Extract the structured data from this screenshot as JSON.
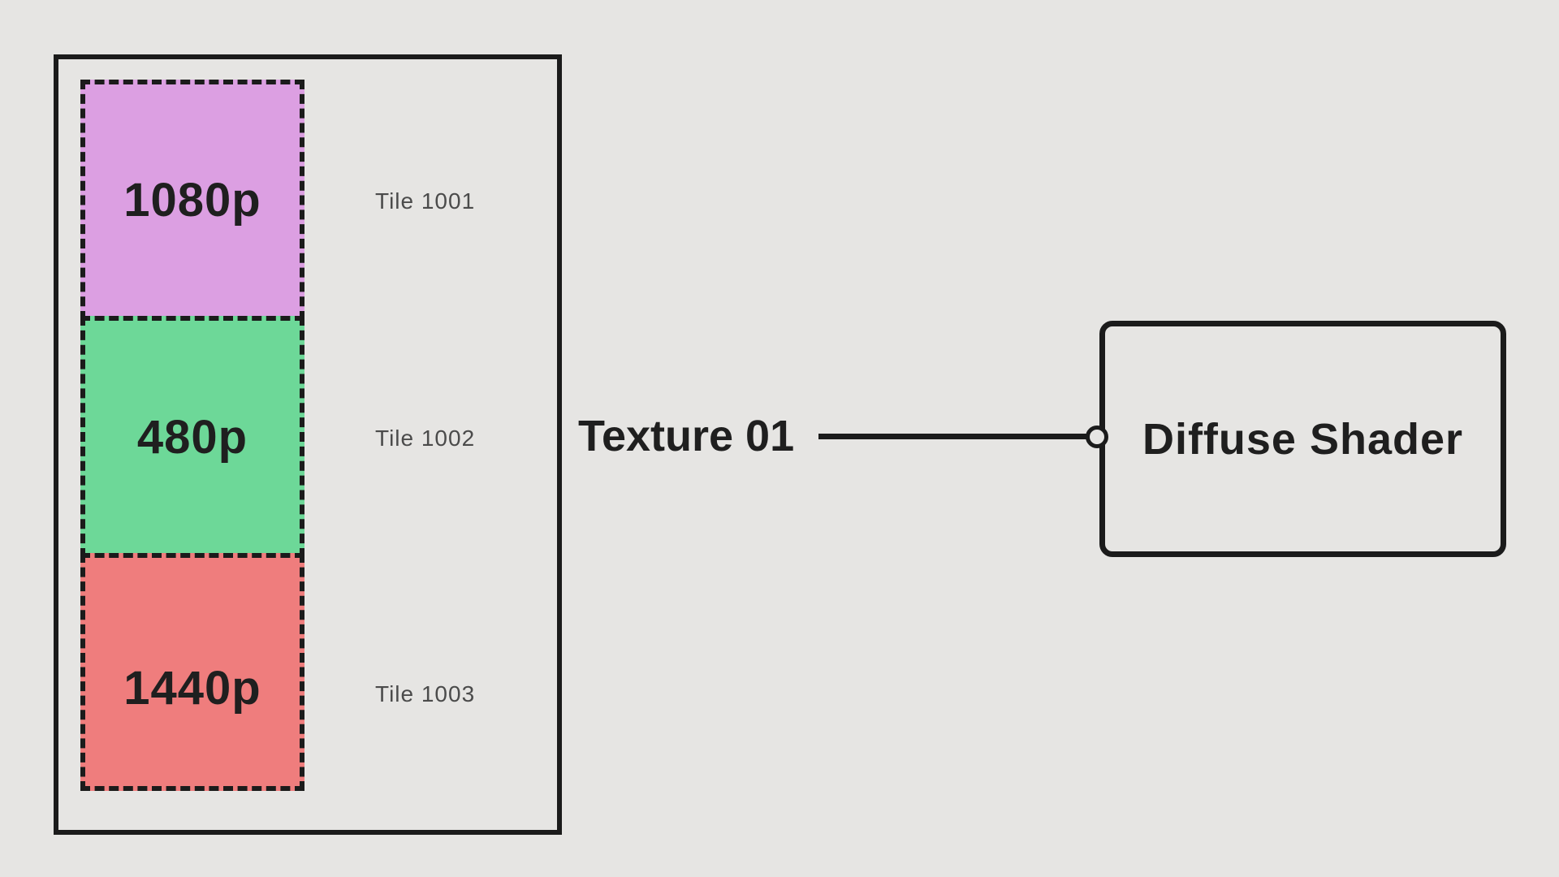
{
  "palette": {
    "background": "#e6e5e3",
    "stroke": "#1b1b1b",
    "heading_text": "#1f1f1f",
    "muted_text": "#4b4b4b"
  },
  "texture": {
    "label": "Texture 01",
    "tiles": [
      {
        "resolution": "1080p",
        "tile": "Tile 1001",
        "color": "#dc9fe2"
      },
      {
        "resolution": "480p",
        "tile": "Tile 1002",
        "color": "#6dd898"
      },
      {
        "resolution": "1440p",
        "tile": "Tile 1003",
        "color": "#ef7d7d"
      }
    ]
  },
  "connection": {
    "from": "Texture 01",
    "to": "Diffuse Shader",
    "port": "open-circle"
  },
  "node": {
    "label": "Diffuse Shader"
  }
}
